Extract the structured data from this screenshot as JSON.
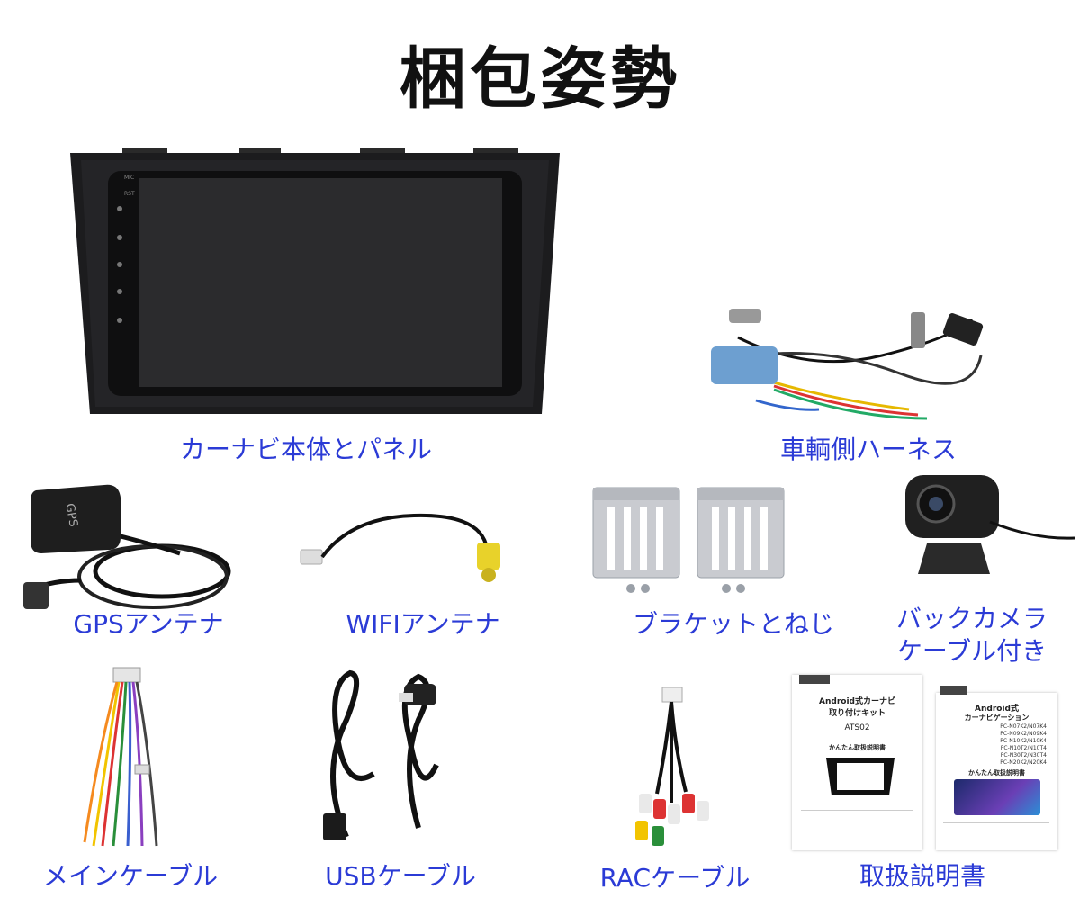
{
  "title": "梱包姿勢",
  "labels": {
    "head_unit": "カーナビ本体とパネル",
    "harness": "車輌側ハーネス",
    "gps": "GPSアンテナ",
    "wifi": "WIFIアンテナ",
    "bracket": "ブラケットとねじ",
    "camera_line1": "バックカメラ",
    "camera_line2": "ケーブル付き",
    "main_cable": "メインケーブル",
    "usb_cable": "USBケーブル",
    "rac_cable": "RACケーブル",
    "manual": "取扱説明書"
  },
  "gps_badge": "GPS",
  "head_unit_buttons": [
    "MIC",
    "RST"
  ],
  "manual_left": {
    "title1": "Android式カーナビ",
    "title2": "取り付けキット",
    "model": "ATS02",
    "subtitle": "かんたん取扱説明書"
  },
  "manual_right": {
    "title1": "Android式",
    "title2": "カーナビゲーション",
    "models": [
      "PC-N07K2/N07K4",
      "PC-N09K2/N09K4",
      "PC-N10K2/N10K4",
      "PC-N10T2/N10T4",
      "PC-N30T2/N30T4",
      "PC-N20K2/N20K4"
    ],
    "subtitle": "かんたん取扱説明書"
  }
}
